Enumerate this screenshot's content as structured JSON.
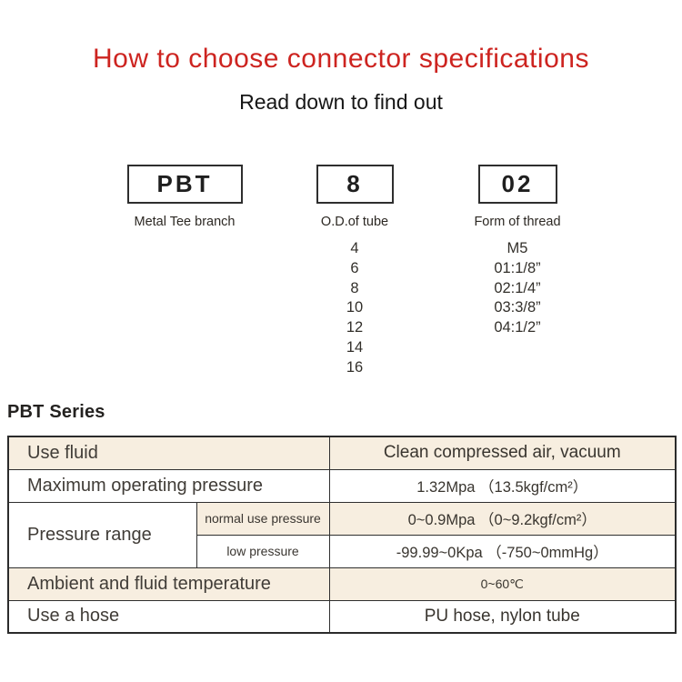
{
  "header": {
    "title": "How to choose connector specifications",
    "subtitle": "Read down to find out"
  },
  "model_code": {
    "columns": [
      {
        "code": "PBT",
        "label": "Metal Tee branch",
        "options": []
      },
      {
        "code": "8",
        "label": "O.D.of tube",
        "options": [
          "4",
          "6",
          "8",
          "10",
          "12",
          "14",
          "16"
        ]
      },
      {
        "code": "02",
        "label": "Form of thread",
        "options": [
          "M5",
          "01:1/8”",
          "02:1/4”",
          "03:3/8”",
          "04:1/2”"
        ]
      }
    ]
  },
  "series": {
    "heading": "PBT Series"
  },
  "spec_table": {
    "use_fluid": {
      "label": "Use fluid",
      "value": "Clean compressed air, vacuum"
    },
    "max_pressure": {
      "label": "Maximum operating pressure",
      "value": "1.32Mpa （13.5kgf/cm²）"
    },
    "pressure_range": {
      "label": "Pressure range",
      "normal": {
        "label": "normal use pressure",
        "value": "0~0.9Mpa （0~9.2kgf/cm²）"
      },
      "low": {
        "label": "low pressure",
        "value": "-99.99~0Kpa （-750~0mmHg）"
      }
    },
    "temperature": {
      "label": "Ambient and fluid temperature",
      "value": "0~60℃"
    },
    "hose": {
      "label": "Use a hose",
      "value": "PU hose, nylon tube"
    }
  },
  "colors": {
    "title_red": "#cd2420",
    "row_highlight": "#f7eee0",
    "table_border": "#2b2b2b",
    "box_border": "#2e2e2e"
  }
}
